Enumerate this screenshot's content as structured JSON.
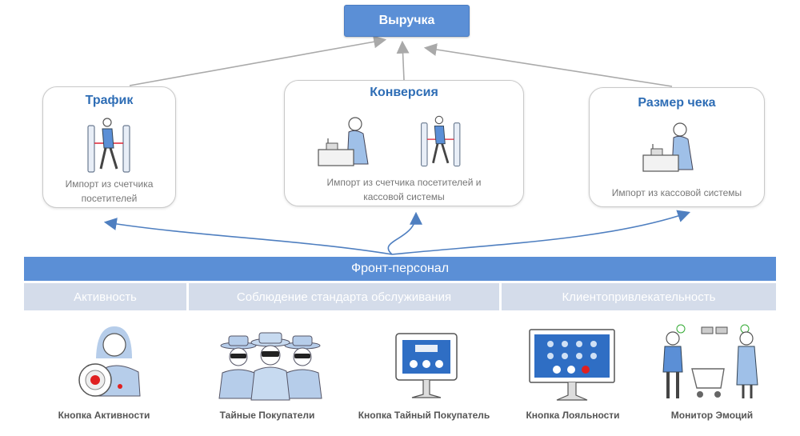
{
  "top": {
    "label": "Выручка"
  },
  "cards": [
    {
      "title": "Трафик",
      "desc_line1": "Импорт из счетчика",
      "desc_line2": "посетителей"
    },
    {
      "title": "Конверсия",
      "desc_line1": "Импорт из счетчика посетителей и",
      "desc_line2": "кассовой системы"
    },
    {
      "title": "Размер чека",
      "desc_line1": "Импорт из кассовой системы"
    }
  ],
  "front": {
    "label": "Фронт-персонал"
  },
  "subcategories": [
    "Активность",
    "Соблюдение стандарта обслуживания",
    "Клиентопривлекательность"
  ],
  "tools": [
    "Кнопка Активности",
    "Тайные Покупатели",
    "Кнопка Тайный Покупатель",
    "Кнопка Лояльности",
    "Монитор Эмоций"
  ],
  "colors": {
    "accent": "#5b8fd6",
    "title_blue": "#2e6db5",
    "sub_bg": "#d4dcea"
  }
}
